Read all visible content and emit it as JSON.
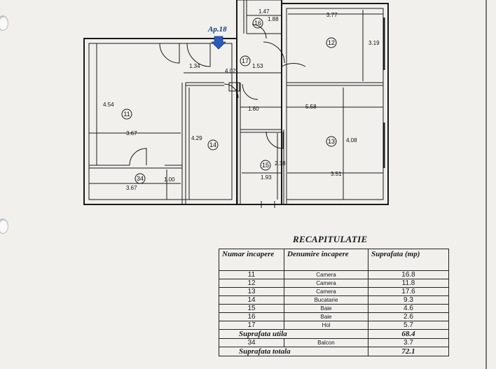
{
  "apartment_label": "Ap.18",
  "rooms": [
    {
      "id": "room-11",
      "number": "11"
    },
    {
      "id": "room-12",
      "number": "12"
    },
    {
      "id": "room-13",
      "number": "13"
    },
    {
      "id": "room-14",
      "number": "14"
    },
    {
      "id": "room-15",
      "number": "15"
    },
    {
      "id": "room-16",
      "number": "16"
    },
    {
      "id": "room-17",
      "number": "17"
    },
    {
      "id": "room-34",
      "number": "34"
    }
  ],
  "dimensions": {
    "d_1_47": "1.47",
    "d_1_88": "1.88",
    "d_3_77": "3.77",
    "d_3_19": "3.19",
    "d_1_34": "1.34",
    "d_4_02": "4.02",
    "d_1_53": "1.53",
    "d_4_54": "4.54",
    "d_1_60": "1.60",
    "d_5_58": "5.58",
    "d_3_67_a": "3.67",
    "d_4_29": "4.29",
    "d_4_08": "4.08",
    "d_2_38": "2.38",
    "d_1_93": "1.93",
    "d_3_51": "3.51",
    "d_3_67_b": "3.67",
    "d_1_00": "1.00"
  },
  "recap": {
    "title": "RECAPITULATIE",
    "headers": [
      "Numar incapere",
      "Denumire incapere",
      "Suprafata (mp)"
    ],
    "rows": [
      {
        "num": "11",
        "name": "Camera",
        "area": "16.8"
      },
      {
        "num": "12",
        "name": "Camera",
        "area": "11.8"
      },
      {
        "num": "13",
        "name": "Camera",
        "area": "17.6"
      },
      {
        "num": "14",
        "name": "Bucatarie",
        "area": "9.3"
      },
      {
        "num": "15",
        "name": "Baie",
        "area": "4.6"
      },
      {
        "num": "16",
        "name": "Baie",
        "area": "2.6"
      },
      {
        "num": "17",
        "name": "Hol",
        "area": "5.7"
      }
    ],
    "useful_label": "Suprafata utila",
    "useful_area": "68.4",
    "balcony": {
      "num": "34",
      "name": "Balcon",
      "area": "3.7"
    },
    "total_label": "Suprafata totala",
    "total_area": "72.1"
  }
}
